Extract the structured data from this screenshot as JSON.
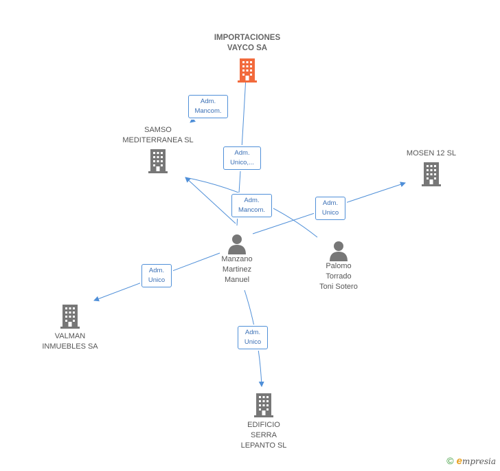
{
  "colors": {
    "edge": "#4f8fd8",
    "company_icon": "#777777",
    "main_company_icon": "#f26a3c",
    "person_icon": "#777777"
  },
  "nodes": {
    "importaciones": {
      "label": "IMPORTACIONES\nVAYCO SA",
      "icon": "building-icon"
    },
    "samso": {
      "label": "SAMSO\nMEDITERRANEA SL",
      "icon": "building-icon"
    },
    "mosen": {
      "label": "MOSEN 12 SL",
      "icon": "building-icon"
    },
    "manzano": {
      "label": "Manzano\nMartinez\nManuel",
      "icon": "person-icon"
    },
    "palomo": {
      "label": "Palomo\nTorrado\nToni Sotero",
      "icon": "person-icon"
    },
    "valman": {
      "label": "VALMAN\nINMUEBLES SA",
      "icon": "building-icon"
    },
    "edificio": {
      "label": "EDIFICIO\nSERRA\nLEPANTO SL",
      "icon": "building-icon"
    }
  },
  "relations": {
    "adm_mancom_top": "Adm.\nMancom.",
    "adm_unico_importaciones": "Adm.\nUnico,...",
    "adm_mancom_samso": "Adm.\nMancom.",
    "adm_unico_mosen": "Adm.\nUnico",
    "adm_unico_valman": "Adm.\nUnico",
    "adm_unico_edificio": "Adm.\nUnico"
  },
  "footer": {
    "copyright": "©",
    "brand_initial": "e",
    "brand_rest": "mpresia"
  }
}
